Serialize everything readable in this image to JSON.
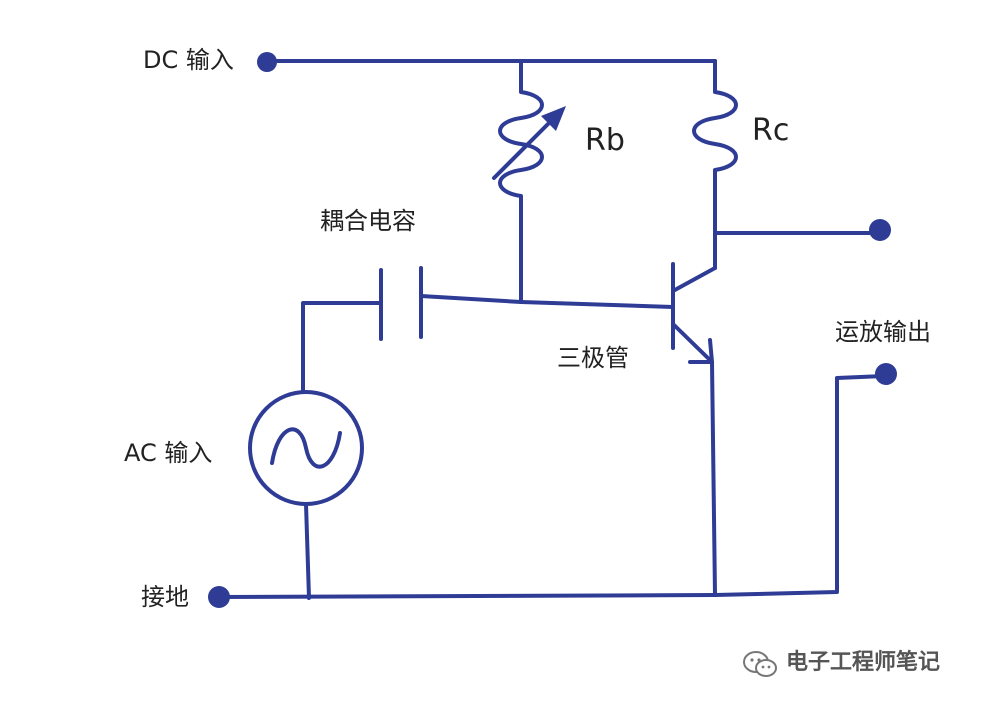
{
  "labels": {
    "dc_input": "DC 输入",
    "ac_input": "AC 输入",
    "ground": "接地",
    "rb": "Rb",
    "rc": "Rc",
    "coupling_cap": "耦合电容",
    "transistor": "三极管",
    "opamp_output": "运放输出"
  },
  "watermark": {
    "text": "电子工程师笔记",
    "icon": "wechat-icon"
  },
  "colors": {
    "wire": "#2e3c96",
    "text": "#222222",
    "background": "#ffffff"
  }
}
